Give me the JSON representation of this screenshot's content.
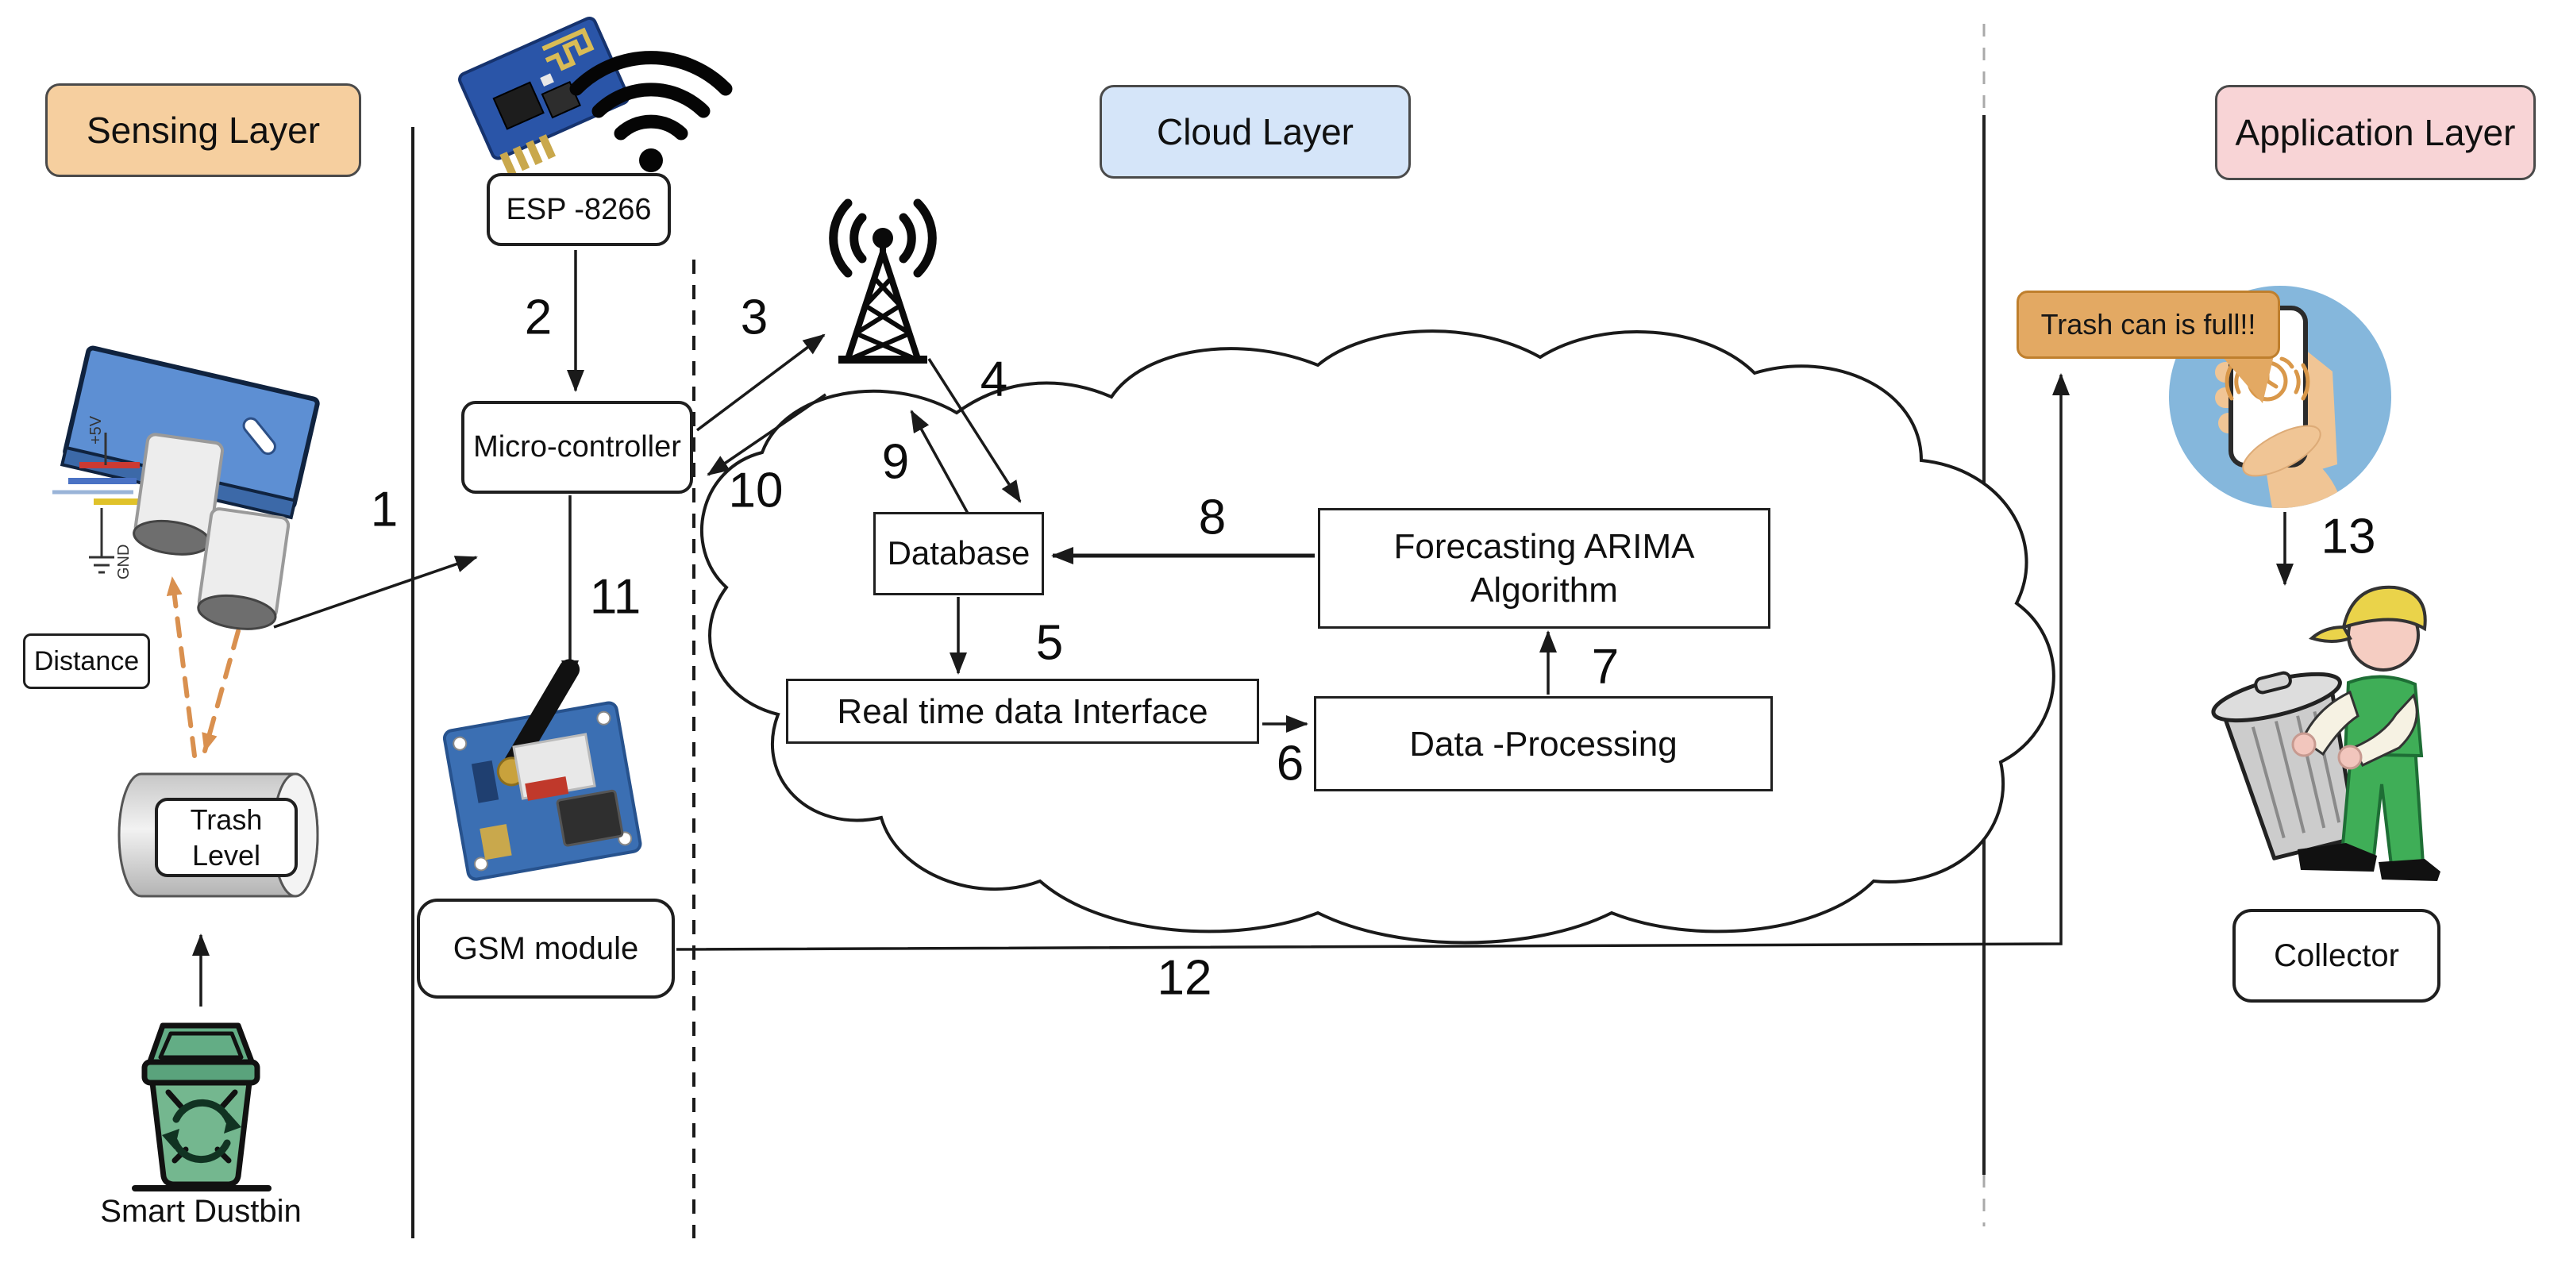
{
  "layers": {
    "sensing": {
      "label": "Sensing Layer",
      "color": "#f6cf9f"
    },
    "cloud": {
      "label": "Cloud Layer",
      "color": "#d5e5f9"
    },
    "application": {
      "label": "Application Layer",
      "color": "#f8d4d6"
    }
  },
  "nodes": {
    "esp": {
      "label": "ESP -8266"
    },
    "micro": {
      "label": "Micro-controller"
    },
    "gsm": {
      "label": "GSM module"
    },
    "database": {
      "label": "Database"
    },
    "realtime": {
      "label": "Real time data Interface"
    },
    "forecasting": {
      "label": "Forecasting ARIMA Algorithm"
    },
    "dataproc": {
      "label": "Data -Processing"
    },
    "distance": {
      "label": "Distance"
    },
    "trash_level": {
      "label": "Trash Level"
    },
    "smart_dustbin": {
      "label": "Smart Dustbin"
    },
    "collector": {
      "label": "Collector"
    }
  },
  "notification": {
    "label": "Trash can is full!!"
  },
  "sensor_pins": {
    "vcc": "+5V",
    "gnd": "GND"
  },
  "steps": [
    "1",
    "2",
    "3",
    "4",
    "5",
    "6",
    "7",
    "8",
    "9",
    "10",
    "11",
    "12",
    "13"
  ],
  "icons": {
    "esp8266-board-icon": "blue wifi module pcb",
    "wifi-icon": "three arcs and dot",
    "radio-tower-icon": "lattice antenna mast with radio waves",
    "cloud-icon": "cloud outline around processing boxes",
    "gsm-board-icon": "blue gsm pcb with black antenna",
    "ultrasonic-sensor-icon": "blue board with two cylindrical transducers",
    "trash-level-cylinder-icon": "horizontal grey cylinder",
    "smart-dustbin-icon": "green recycle bin",
    "phone-in-hand-icon": "hand holding ringing phone in blue circle",
    "collector-person-icon": "worker in green overalls carrying trash can"
  },
  "colors": {
    "sensing_layer": "#f6cf9f",
    "cloud_layer": "#d5e5f9",
    "application_layer": "#f8d4d6",
    "notification_bg": "#e3a963",
    "notification_border": "#bf7f2d",
    "line": "#1a1a1a",
    "beam_orange": "#d9904f",
    "circle_blue": "#85b7dc",
    "bin_green": "#74b78f",
    "board_blue": "#3b6fb3"
  }
}
